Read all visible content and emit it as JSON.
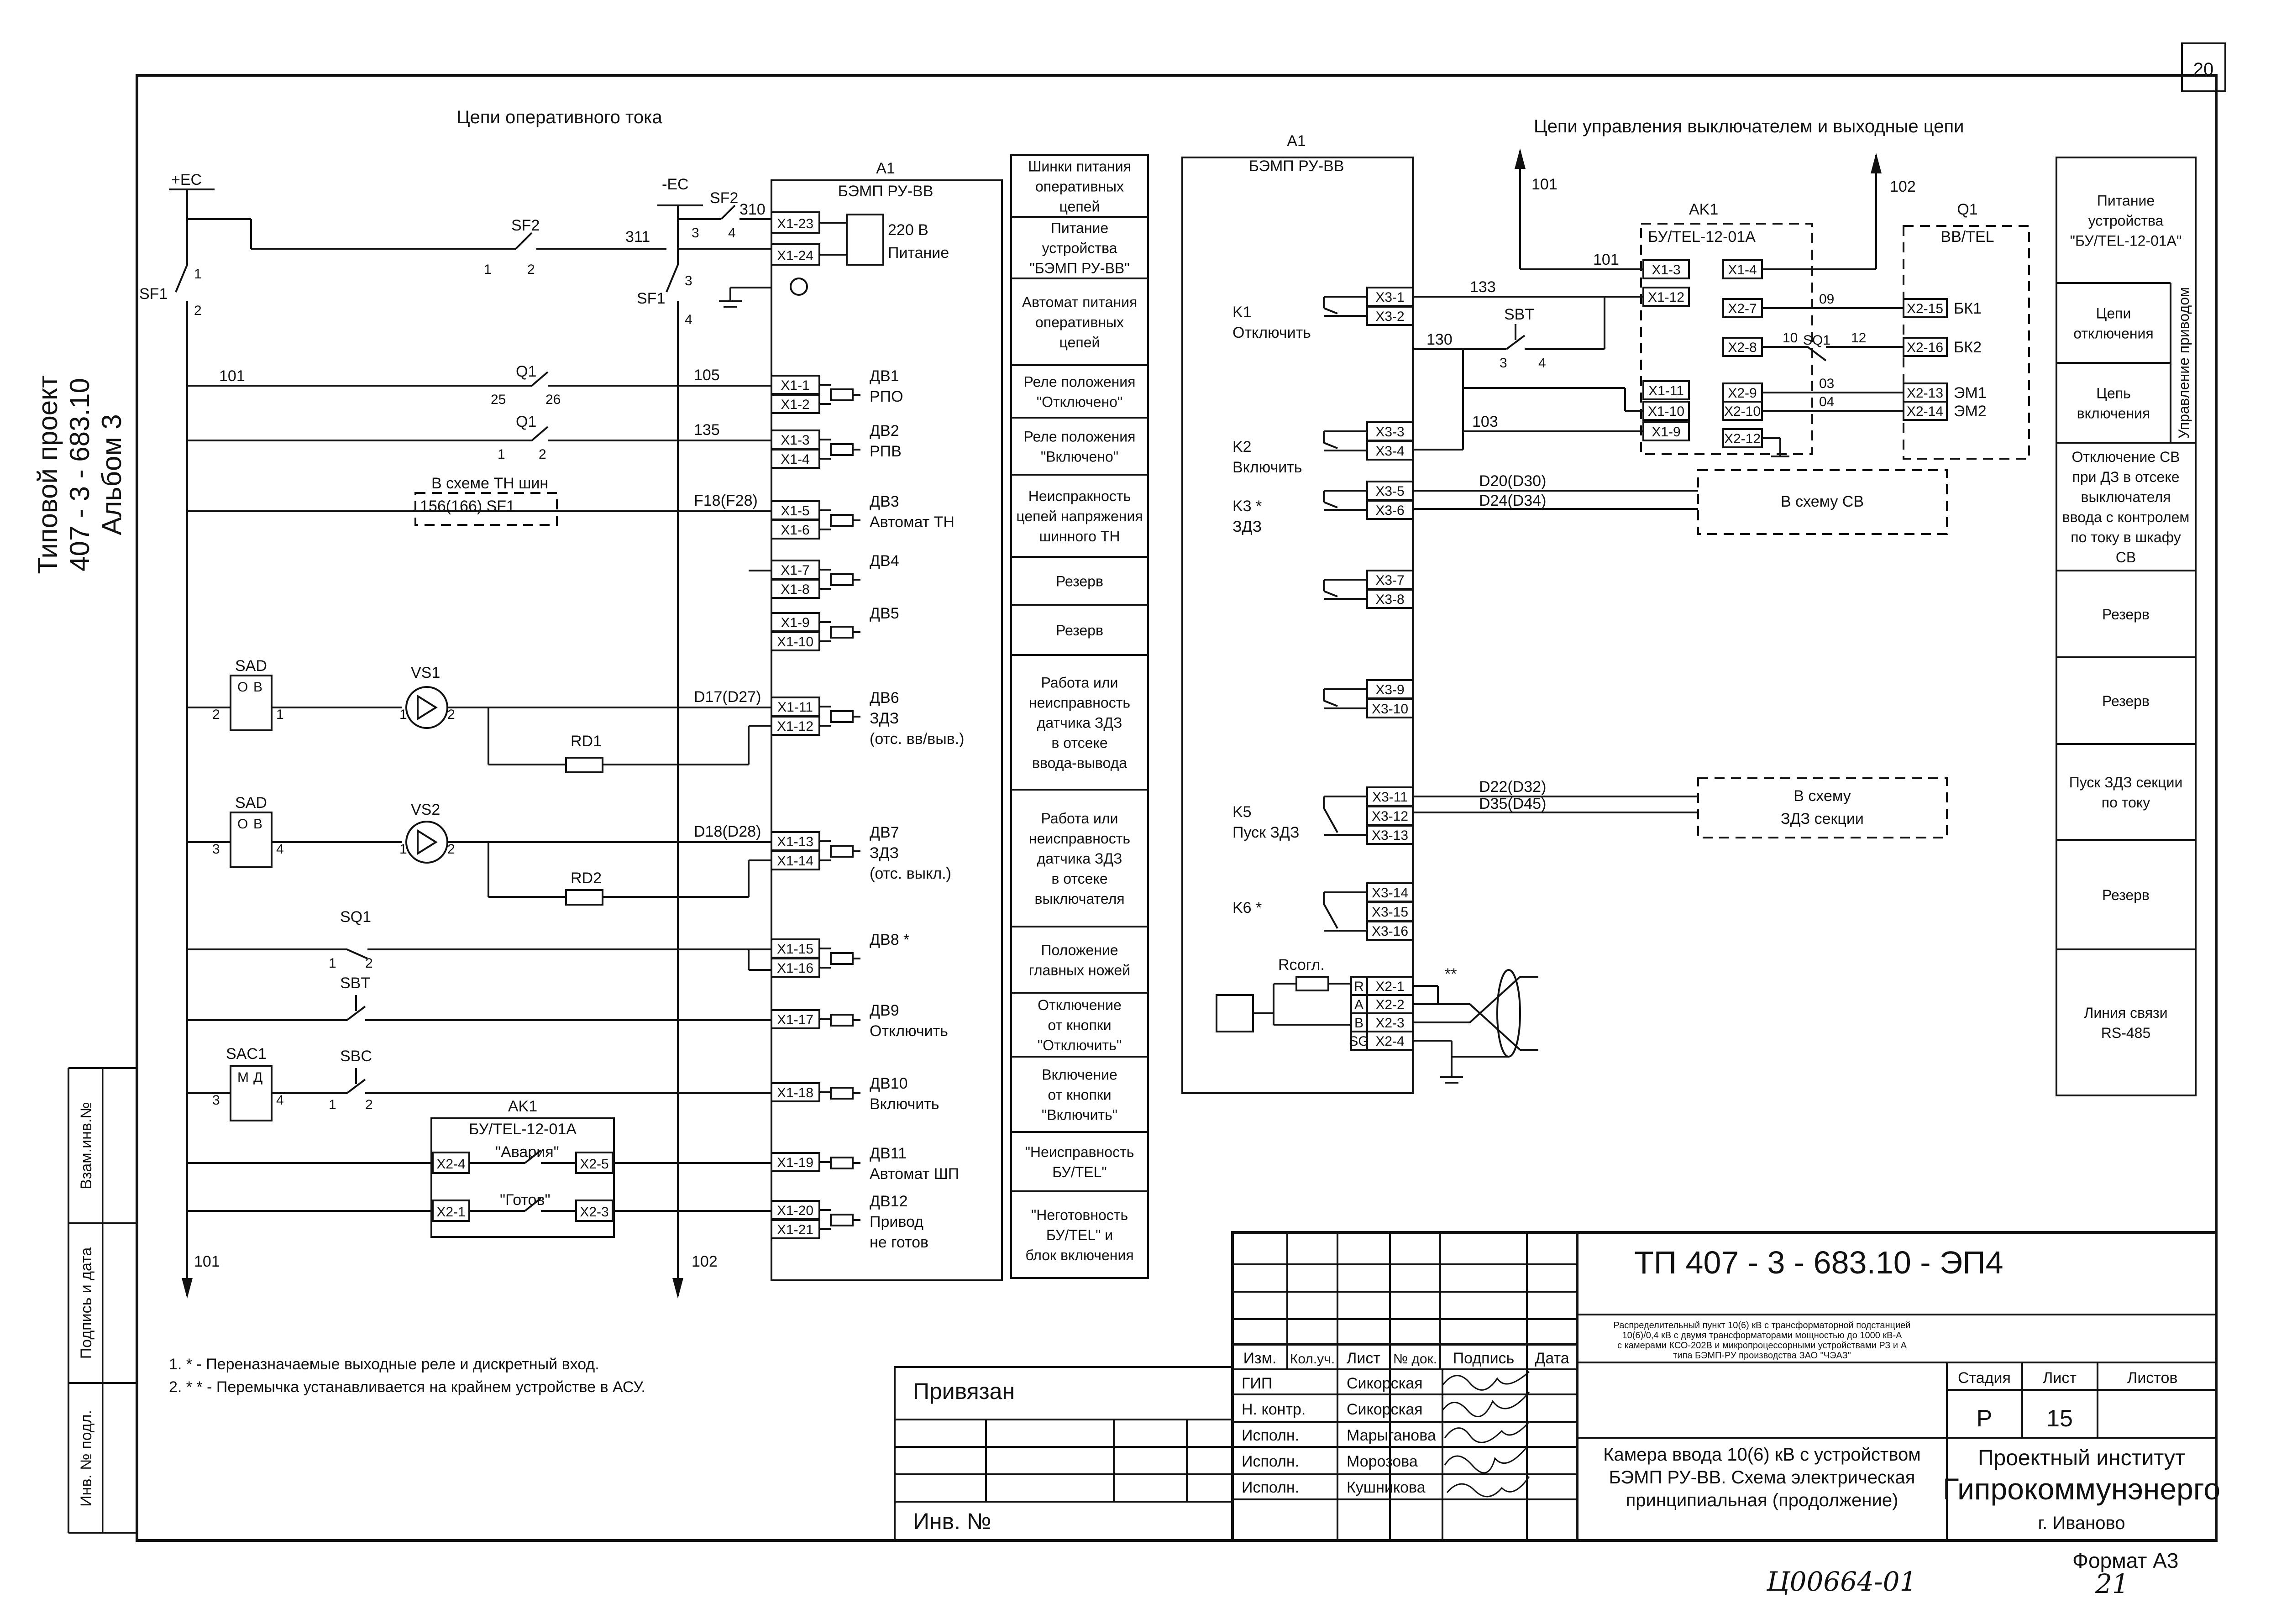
{
  "sheet_number": "20",
  "side_stamp": [
    "Типовой проект",
    "407 - 3 - 683.10",
    "Альбом 3"
  ],
  "left_strip": [
    "Взам.инв.№",
    "Подпись и дата",
    "Инв. № подл."
  ],
  "sections": {
    "left": "Цепи оперативного тока",
    "right": "Цепи управления выключателем и выходные цепи"
  },
  "buses": {
    "plus": "+EC",
    "minus": "-EC",
    "w101": "101",
    "w102": "102"
  },
  "a1": {
    "name": "A1",
    "type": "БЭМП РУ-ВВ"
  },
  "ak1": {
    "name": "AK1",
    "type": "БУ/TEL-12-01A"
  },
  "q1": {
    "name": "Q1",
    "type": "BB/TEL"
  },
  "left_circuit": {
    "power": {
      "v1": "220 В",
      "v2": "Питание",
      "sf2": "SF2",
      "sf1": "SF1",
      "wire": "311",
      "wire2": "310"
    },
    "q1_wire": "101",
    "inputs": [
      {
        "label": "ДВ1",
        "sub": "РПО",
        "w": "105",
        "pins": [
          "X1-1",
          "X1-2"
        ]
      },
      {
        "label": "ДВ2",
        "sub": "РПВ",
        "w": "135",
        "pins": [
          "X1-3",
          "X1-4"
        ]
      },
      {
        "label": "ДВ3",
        "sub": "Автомат ТН",
        "w": "F18(F28)",
        "pins": [
          "X1-5",
          "X1-6"
        ]
      },
      {
        "label": "ДВ4",
        "sub": "",
        "w": "",
        "pins": [
          "X1-7",
          "X1-8"
        ]
      },
      {
        "label": "ДВ5",
        "sub": "",
        "w": "",
        "pins": [
          "X1-9",
          "X1-10"
        ]
      },
      {
        "label": "ДВ6",
        "sub": "ЗДЗ",
        "sub2": "(отс. вв/выв.)",
        "w": "D17(D27)",
        "pins": [
          "X1-11",
          "X1-12"
        ]
      },
      {
        "label": "ДВ7",
        "sub": "ЗДЗ",
        "sub2": "(отс. выкл.)",
        "w": "D18(D28)",
        "pins": [
          "X1-13",
          "X1-14"
        ]
      },
      {
        "label": "ДВ8 *",
        "sub": "",
        "w": "",
        "pins": [
          "X1-15",
          "X1-16"
        ]
      },
      {
        "label": "ДВ9",
        "sub": "Отключить",
        "w": "",
        "pins": [
          "X1-17"
        ]
      },
      {
        "label": "ДВ10",
        "sub": "Включить",
        "w": "",
        "pins": [
          "X1-18"
        ]
      },
      {
        "label": "ДВ11",
        "sub": "Автомат ШП",
        "w": "",
        "pins": [
          "X1-19"
        ]
      },
      {
        "label": "ДВ12",
        "sub": "Привод",
        "sub2": "не готов",
        "w": "",
        "pins": [
          "X1-20",
          "X1-21"
        ]
      }
    ],
    "tn": "В схеме ТН шин",
    "tn2": "156(166)  SF1",
    "elements": {
      "sad": "SAD",
      "vs1": "VS1",
      "vs2": "VS2",
      "rd1": "RD1",
      "rd2": "RD2",
      "sq1": "SQ1",
      "sbt": "SBT",
      "sac1": "SAC1",
      "sbc": "SBC",
      "o": "О",
      "b": "В",
      "m": "М",
      "d": "Д"
    },
    "ak1_contacts": [
      {
        "label": "\"Авария\"",
        "pins": [
          "X2-4",
          "X2-5"
        ]
      },
      {
        "label": "\"Готов\"",
        "pins": [
          "X2-1",
          "X2-3"
        ]
      }
    ]
  },
  "mid_column": [
    "Шинки питания|оперативных|цепей",
    "Питание|устройства|\"БЭМП РУ-ВВ\"",
    "Автомат питания|оперативных|цепей",
    "Реле положения|\"Отключено\"",
    "Реле положения|\"Включено\"",
    "Неиспракность|цепей напряжения|шинного ТН",
    "Резерв",
    "Резерв",
    "Работа или|неисправность|датчика ЗДЗ|в отсеке|ввода-вывода",
    "Работа или|неисправность|датчика ЗДЗ|в отсеке|выключателя",
    "Положение|главных ножей",
    "Отключение|от кнопки|\"Отключить\"",
    "Включение|от кнопки|\"Включить\"",
    "\"Неисправность|БУ/TEL\"",
    "\"Неготовность|БУ/TEL\" и|блок включения"
  ],
  "right_circuit": {
    "relays": [
      {
        "name": "K1",
        "sub": "Отключить",
        "pins": [
          "X3-1",
          "X3-2"
        ]
      },
      {
        "name": "K2",
        "sub": "Включить",
        "pins": [
          "X3-3",
          "X3-4"
        ]
      },
      {
        "name": "K3 *",
        "sub": "ЗДЗ",
        "pins": [
          "X3-5",
          "X3-6"
        ]
      },
      {
        "name": "",
        "sub": "",
        "pins": [
          "X3-7",
          "X3-8"
        ]
      },
      {
        "name": "",
        "sub": "",
        "pins": [
          "X3-9",
          "X3-10"
        ]
      },
      {
        "name": "K5",
        "sub": "Пуск ЗДЗ",
        "pins": [
          "X3-11",
          "X3-12",
          "X3-13"
        ]
      },
      {
        "name": "K6 *",
        "sub": "",
        "pins": [
          "X3-14",
          "X3-15",
          "X3-16"
        ]
      }
    ],
    "wires": {
      "w133": "133",
      "w130": "130",
      "w103": "103",
      "w101b": "101",
      "w09": "09",
      "w10": "10",
      "w12": "12",
      "w03": "03",
      "w04": "04"
    },
    "sbt": "SBT",
    "sq1": "SQ1",
    "ak1_pins_left": [
      "X1-3",
      "X1-12",
      "X1-11",
      "X1-10",
      "X1-9"
    ],
    "ak1_pins_right": [
      "X1-4",
      "X2-7",
      "X2-8",
      "X2-9",
      "X2-10",
      "X2-12"
    ],
    "q1_pins": [
      "X2-15",
      "X2-16",
      "X2-13",
      "X2-14"
    ],
    "q1_labels": [
      "БК1",
      "БК2",
      "ЭМ1",
      "ЭМ2"
    ],
    "outputs": [
      {
        "wires": [
          "D20(D30)",
          "D24(D34)"
        ],
        "target": "В схему СВ"
      },
      {
        "wires": [
          "D22(D32)",
          "D35(D45)"
        ],
        "target": "В схему|ЗДЗ секции"
      }
    ],
    "rs485": {
      "r": "Rсогл.",
      "pins": [
        "X2-1",
        "X2-2",
        "X2-3",
        "X2-4"
      ],
      "sig": [
        "R",
        "A",
        "B",
        "SG"
      ],
      "mark": "**"
    }
  },
  "right_column": [
    "Питание|устройства|\"БУ/TEL-12-01A\"",
    "Цепи|отключения",
    "Цепь|включения",
    "Отключение СВ|при ДЗ в отсеке|выключателя|ввода с контролем|по току в шкафу|СВ",
    "Резерв",
    "Резерв",
    "Пуск ЗДЗ секции|по току",
    "Резерв",
    "Линия связи|RS-485"
  ],
  "right_column_vertical": "Управление приводом",
  "notes": [
    "1. *  -  Переназначаемые выходные реле и дискретный вход.",
    "2. * * -  Перемычка устанавливается на крайнем устройстве в АСУ."
  ],
  "title_block": {
    "code": "ТП  407 - 3 - 683.10 - ЭП4",
    "headers": [
      "Изм.",
      "Кол.уч.",
      "Лист",
      "№ док.",
      "Подпись",
      "Дата"
    ],
    "roles": [
      {
        "role": "ГИП",
        "name": "Сикорская"
      },
      {
        "role": "Н. контр.",
        "name": "Сикорская"
      },
      {
        "role": "Исполн.",
        "name": "Марыганова"
      },
      {
        "role": "Исполн.",
        "name": "Морозова"
      },
      {
        "role": "Исполн.",
        "name": "Кушникова"
      }
    ],
    "privyazan": "Привязан",
    "inv": "Инв. №",
    "project_desc": [
      "Распределительный пункт 10(6) кВ с трансформаторной подстанцией",
      "10(6)/0,4 кВ с двумя трансформаторами мощностью до 1000 кВ-А",
      "с камерами КСО-202В и микропроцессорными устройствами РЗ и А",
      "типа БЭМП-РУ производства ЗАО \"ЧЭАЗ\""
    ],
    "sheet_desc": [
      "Камера ввода 10(6) кВ с устройством",
      "БЭМП РУ-ВВ. Схема электрическая",
      "принципиальная (продолжение)"
    ],
    "stage_h": "Стадия",
    "sheet_h": "Лист",
    "sheets_h": "Листов",
    "stage": "Р",
    "sheet": "15",
    "institute": [
      "Проектный институт",
      "Гипрокоммунэнерго",
      "г. Иваново"
    ]
  },
  "format": "Формат А3",
  "handwritten": {
    "code": "Ц00664-01",
    "page": "21"
  }
}
